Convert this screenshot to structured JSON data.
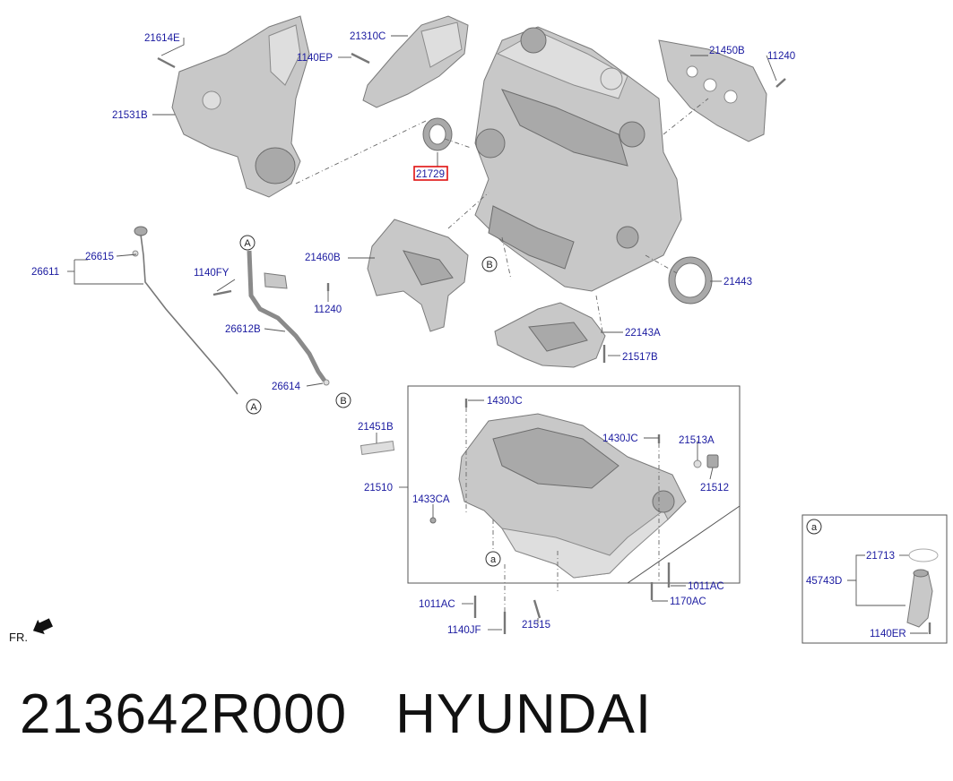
{
  "labels": {
    "p21614E": "21614E",
    "p21531B": "21531B",
    "p21310C": "21310C",
    "p1140EP": "1140EP",
    "p21729": "21729",
    "p21450B": "21450B",
    "p11240a": "11240",
    "p26615": "26615",
    "p26611": "26611",
    "p1140FY": "1140FY",
    "p26612B": "26612B",
    "p26614": "26614",
    "p21460B": "21460B",
    "p11240b": "11240",
    "p21443": "21443",
    "p22143A": "22143A",
    "p21517B": "21517B",
    "p1430JCa": "1430JC",
    "p1430JCb": "1430JC",
    "p21451B": "21451B",
    "p21510": "21510",
    "p1433CA": "1433CA",
    "p21513A": "21513A",
    "p21512": "21512",
    "p1011ACa": "1011AC",
    "p1011ACb": "1011AC",
    "p1170AC": "1170AC",
    "p1140JF": "1140JF",
    "p21515": "21515",
    "p21713": "21713",
    "p45743D": "45743D",
    "p1140ER": "1140ER"
  },
  "refs": {
    "A": "A",
    "B": "B",
    "a": "a"
  },
  "direction": "FR.",
  "footer": {
    "part_number": "213642R000",
    "brand": "HYUNDAI"
  },
  "colors": {
    "label": "#1a1aa0",
    "highlight": "#e01010"
  }
}
